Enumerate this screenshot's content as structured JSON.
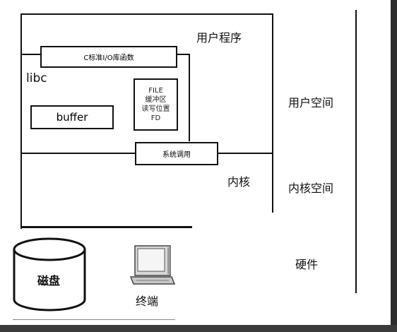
{
  "labels": {
    "user_program": "用户程序",
    "user_space": "用户空间",
    "libc": "libc",
    "stdio_library": "C标准I/O库函数",
    "buffer": "buffer",
    "file_struct": [
      "FILE",
      "缓冲区",
      "读写位置",
      "FD"
    ],
    "syscall": "系统调用",
    "kernel": "内核",
    "kernel_space": "内核空间",
    "hardware": "硬件",
    "disk": "磁盘",
    "terminal": "终端"
  }
}
